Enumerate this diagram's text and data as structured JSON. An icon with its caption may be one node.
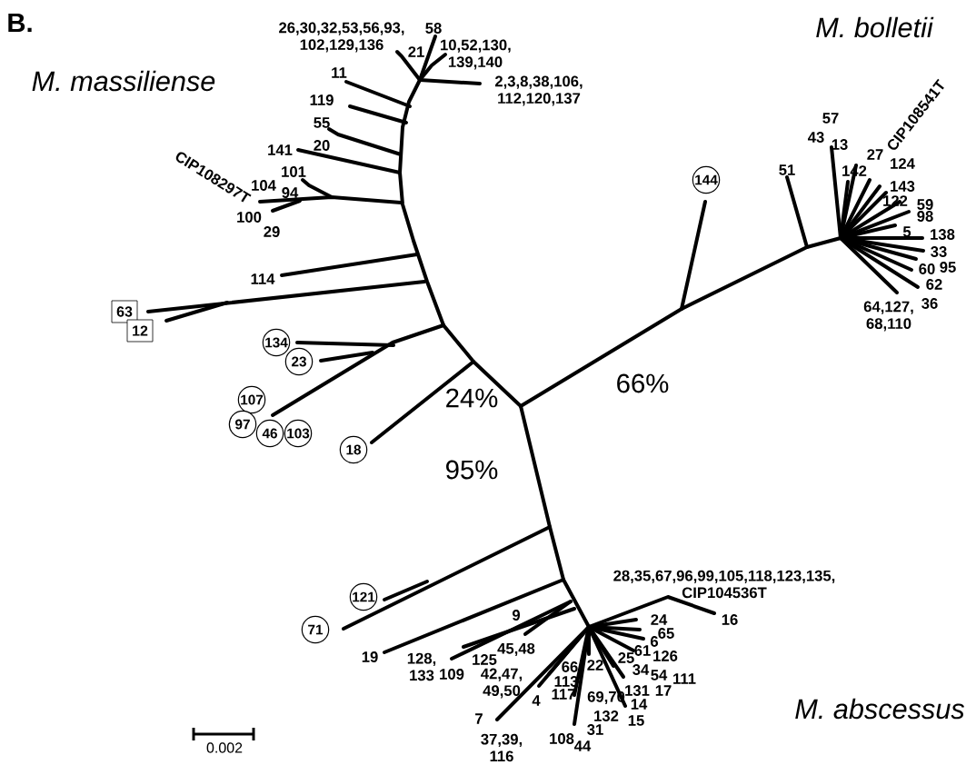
{
  "diagram": {
    "nodes": [
      {
        "text": [
          "144"
        ]
      },
      {
        "text": [
          "63"
        ]
      },
      {
        "text": [
          "12"
        ]
      },
      {
        "text": [
          "134"
        ]
      },
      {
        "text": [
          "23"
        ]
      },
      {
        "text": [
          "107"
        ]
      },
      {
        "text": [
          "97"
        ]
      },
      {
        "text": [
          "46"
        ]
      },
      {
        "text": [
          "103"
        ]
      },
      {
        "text": [
          "18"
        ]
      },
      {
        "text": [
          "121"
        ]
      },
      {
        "text": [
          "71"
        ]
      }
    ],
    "labels": [
      "B.",
      "26,30,32,53,56,93, 102,129,136",
      "58",
      "10,52,130, 139,140",
      "21",
      "M. massiliense",
      "M. bolletii",
      "11",
      "2,3,8,38,106, 112,120,137",
      "119",
      "55",
      "20",
      "141",
      "101",
      "CIP108297T",
      "104",
      "94",
      "100",
      "29",
      "57",
      "43",
      "13",
      "CIP108541T",
      "27",
      "124",
      "51",
      "142",
      "143",
      "122",
      "59",
      "98",
      "5",
      "138",
      "33",
      "60",
      "95",
      "62",
      "36",
      "64,127, 68,110",
      "114",
      "24%",
      "66%",
      "95%",
      "28,35,67,96,99,105,118,123,135, CIP104536T",
      "9",
      "24",
      "16",
      "6",
      "65",
      "19",
      "128, 133",
      "125",
      "45,48",
      "25",
      "61",
      "126",
      "109",
      "42,47, 49,50",
      "113",
      "66",
      "22",
      "34",
      "54",
      "111",
      "4",
      "117",
      "69,70",
      "131",
      "14",
      "17",
      "M. abscessus",
      "7",
      "132",
      "15",
      "0.002",
      "37,39, 116",
      "108",
      "44",
      "31"
    ]
  }
}
